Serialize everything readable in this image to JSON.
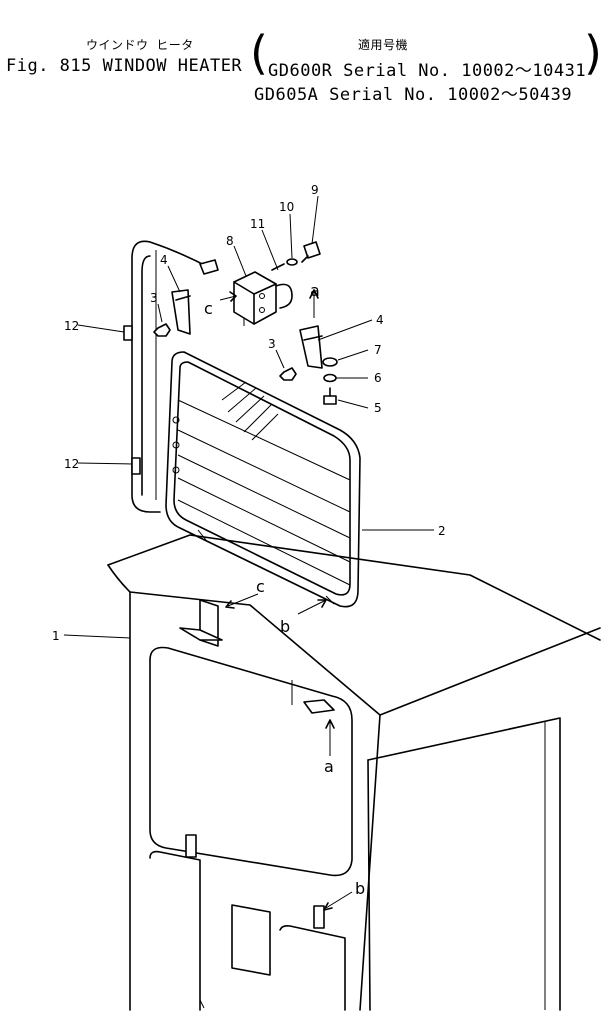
{
  "header": {
    "jp_title": "ウインドウ ヒータ",
    "jp_applicable": "適用号機",
    "fig_label": "Fig. 815 WINDOW HEATER",
    "serial_line1": "GD600R  Serial No. 10002～10431",
    "serial_line2": "GD605A  Serial No. 10002～50439"
  },
  "callouts": {
    "c1": "1",
    "c2": "2",
    "c3a": "3",
    "c3b": "3",
    "c4a": "4",
    "c4b": "4",
    "c5": "5",
    "c6": "6",
    "c7": "7",
    "c8": "8",
    "c9": "9",
    "c10": "10",
    "c11": "11",
    "c12a": "12",
    "c12b": "12",
    "ref_a_top": "a",
    "ref_a_cab": "a",
    "ref_b_heater": "b",
    "ref_b_cab": "b",
    "ref_c_box": "c",
    "ref_c_cab": "c"
  },
  "colors": {
    "ink": "#000000",
    "paper": "#ffffff"
  }
}
